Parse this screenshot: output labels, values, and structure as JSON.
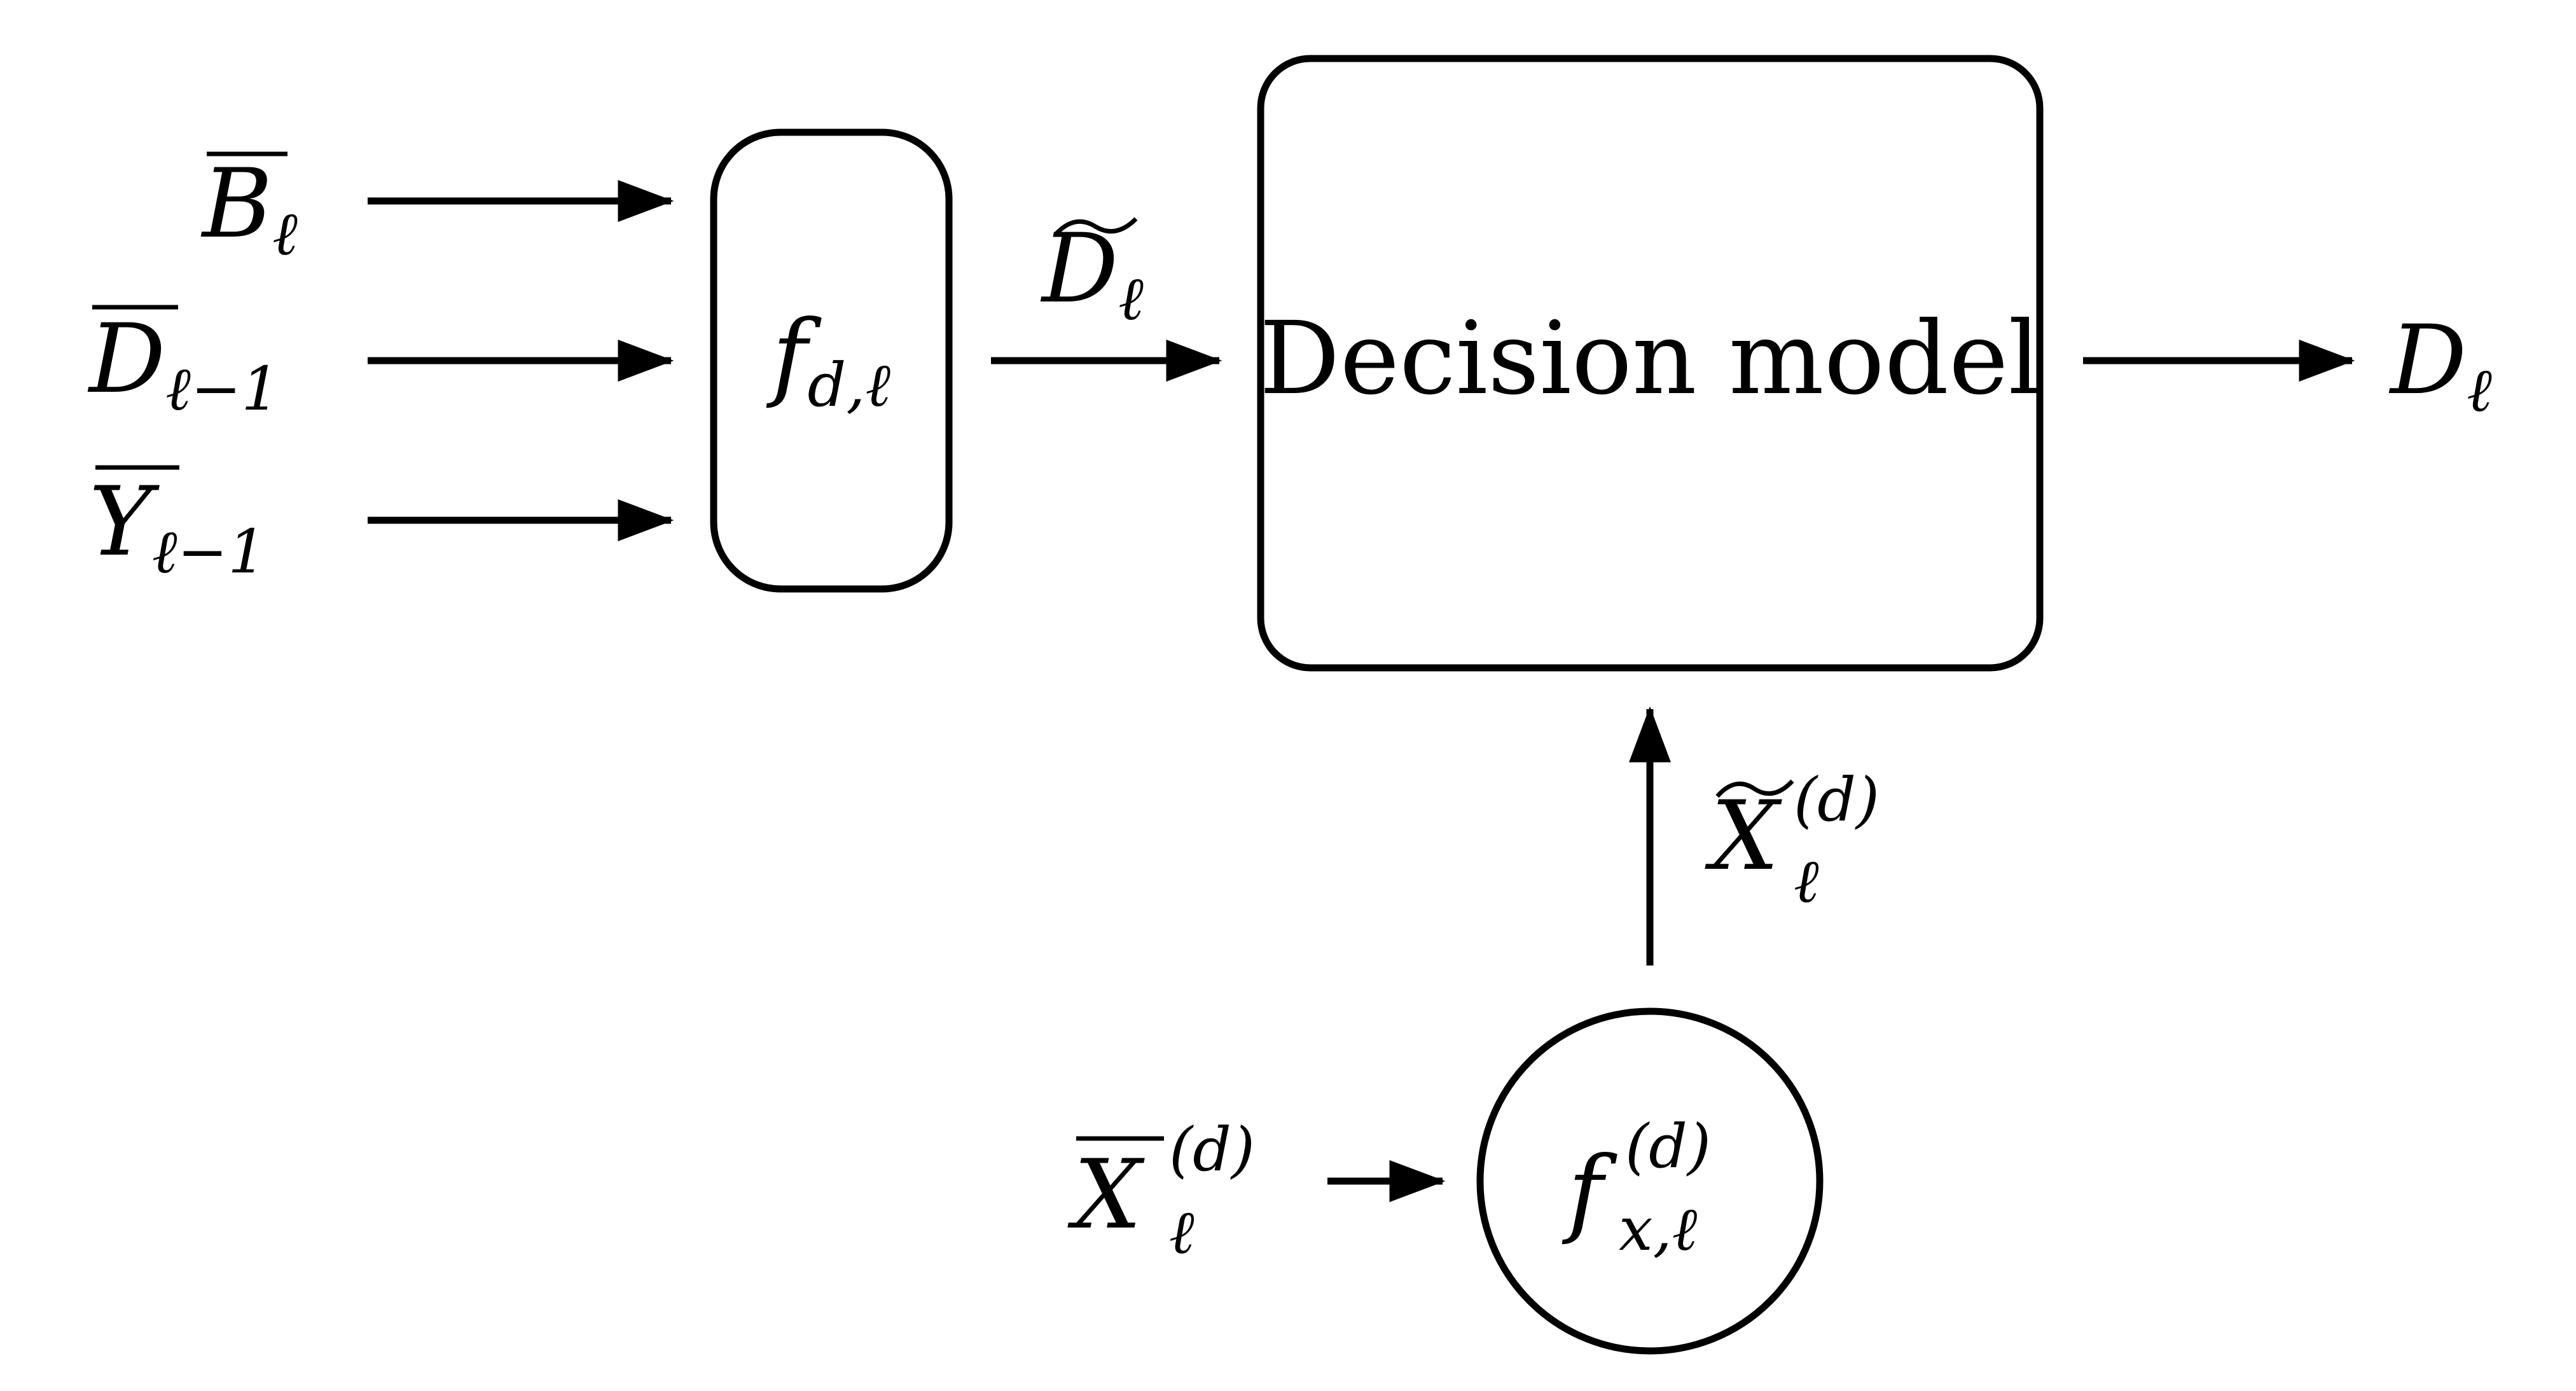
{
  "inputs": {
    "b_bar": {
      "base": "B",
      "sub": "ℓ"
    },
    "d_bar": {
      "base": "D",
      "sub": "ℓ−1"
    },
    "y_bar": {
      "base": "Y",
      "sub": "ℓ−1"
    }
  },
  "fd_block": {
    "base": "f",
    "sub": "d,ℓ"
  },
  "d_tilde": {
    "base": "D",
    "sub": "ℓ"
  },
  "decision_block": {
    "label": "Decision model"
  },
  "output": {
    "base": "D",
    "sub": "ℓ"
  },
  "x_tilde": {
    "base": "X",
    "sub": "ℓ",
    "sup": "(d)"
  },
  "x_bar": {
    "base": "X",
    "sub": "ℓ",
    "sup": "(d)"
  },
  "fx_block": {
    "base": "f",
    "sub": "x,ℓ",
    "sup": "(d)"
  },
  "colors": {
    "stroke": "#000000",
    "background": "#ffffff"
  }
}
